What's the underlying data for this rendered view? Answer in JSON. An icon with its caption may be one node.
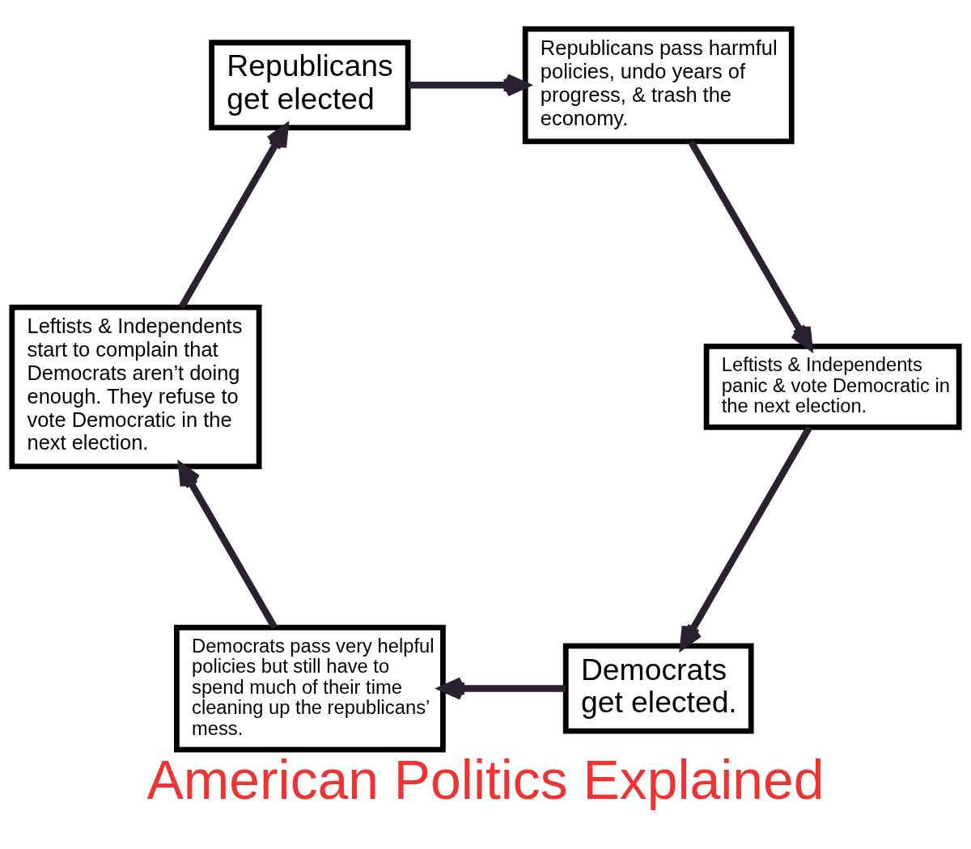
{
  "diagram": {
    "title": "American Politics Explained",
    "nodes": [
      {
        "text": [
          "Democrats get elected."
        ]
      },
      {
        "text": [
          "Democrats pass very helpful policies but still have to spend much of their time cleaning up the republicans’ mess."
        ]
      },
      {
        "text": [
          "Leftists & Independents start to complain that Democrats aren’t doing enough. They refuse to vote Democratic in the next election."
        ]
      },
      {
        "text": [
          "Republicans get elected"
        ]
      },
      {
        "text": [
          "Republicans pass harmful policies, undo years of progress, & trash the economy."
        ]
      },
      {
        "text": [
          "Leftists & Independents panic & vote Democratic in the next election."
        ]
      }
    ],
    "edges": [
      {
        "from": 0,
        "to": 1,
        "arrow": "to"
      },
      {
        "from": 1,
        "to": 2,
        "arrow": "to"
      },
      {
        "from": 2,
        "to": 3,
        "arrow": "to"
      },
      {
        "from": 3,
        "to": 4,
        "arrow": "to"
      },
      {
        "from": 4,
        "to": 5,
        "arrow": "to"
      },
      {
        "from": 5,
        "to": 0,
        "arrow": "to"
      }
    ]
  }
}
